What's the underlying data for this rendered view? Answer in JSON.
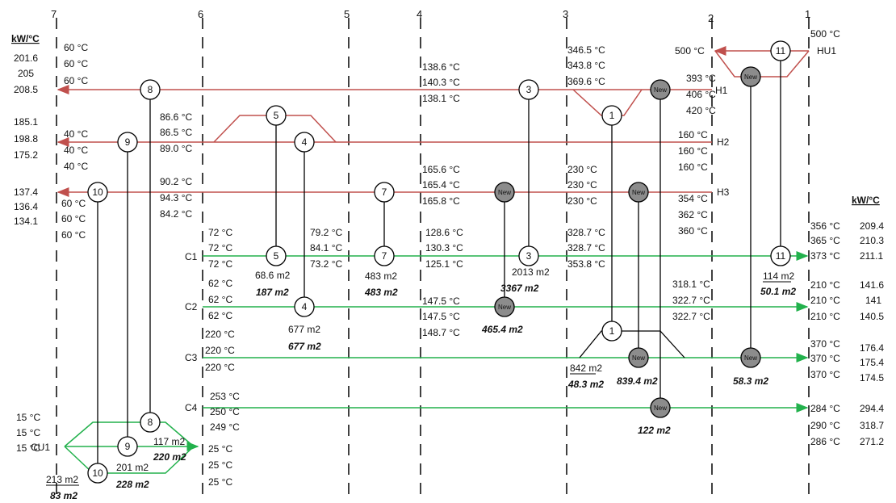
{
  "stage_labels": [
    "7",
    "6",
    "5",
    "4",
    "3",
    "2",
    "1"
  ],
  "units_left": "kW/°C",
  "units_right": "kW/°C",
  "hot_streams": [
    {
      "name": "HU1",
      "start_temp": "500 °C"
    },
    {
      "name": "H1",
      "cp": [
        "201.6",
        "205",
        "208.5"
      ],
      "end_temps": [
        "60 °C",
        "60 °C",
        "60 °C"
      ],
      "start_temps": [
        "393 °C",
        "406 °C",
        "420 °C"
      ]
    },
    {
      "name": "H2",
      "cp": [
        "185.1",
        "198.8",
        "175.2"
      ],
      "end_temps": [
        "40 °C",
        "40 °C",
        "40 °C"
      ],
      "start_temps": [
        "160 °C",
        "160 °C",
        "160 °C"
      ]
    },
    {
      "name": "H3",
      "cp": [
        "137.4",
        "136.4",
        "134.1"
      ],
      "end_temps": [
        "60 °C",
        "60 °C",
        "60 °C"
      ],
      "start_temps": [
        "354 °C",
        "362 °C",
        "360 °C"
      ]
    }
  ],
  "cold_streams": [
    {
      "name": "C1",
      "start_temps": [
        "72 °C",
        "72 °C",
        "72 °C"
      ],
      "end_temps": [
        "356 °C",
        "365 °C",
        "373 °C"
      ],
      "cp": [
        "209.4",
        "210.3",
        "211.1"
      ]
    },
    {
      "name": "C2",
      "start_temps": [
        "62 °C",
        "62 °C",
        "62 °C"
      ],
      "end_temps": [
        "210 °C",
        "210 °C",
        "210 °C"
      ],
      "cp": [
        "141.6",
        "141",
        "140.5"
      ]
    },
    {
      "name": "C3",
      "start_temps": [
        "220 °C",
        "220 °C",
        "220 °C"
      ],
      "end_temps": [
        "370 °C",
        "370 °C",
        "370 °C"
      ],
      "cp": [
        "176.4",
        "175.4",
        "174.5"
      ]
    },
    {
      "name": "C4",
      "start_temps": [
        "253 °C",
        "250 °C",
        "249 °C"
      ],
      "end_temps": [
        "284 °C",
        "290 °C",
        "286 °C"
      ],
      "cp": [
        "294.4",
        "318.7",
        "271.2"
      ]
    },
    {
      "name": "CU1",
      "start_temps": [
        "15 °C",
        "15 °C",
        "15 °C"
      ],
      "end_temps": [
        "25 °C",
        "25 °C",
        "25 °C"
      ]
    }
  ],
  "intermediate_temps": {
    "h1_stage6": [
      "86.6 °C",
      "86.5 °C",
      "89.0 °C"
    ],
    "h3_stage6": [
      "90.2 °C",
      "94.3 °C",
      "84.2 °C"
    ],
    "h1_stage4": [
      "138.6 °C",
      "140.3 °C",
      "138.1 °C"
    ],
    "h3_stage4": [
      "165.6 °C",
      "165.4 °C",
      "165.8 °C"
    ],
    "h1_stage3": [
      "346.5 °C",
      "343.8 °C",
      "369.6 °C"
    ],
    "h3_stage3": [
      "230 °C",
      "230 °C",
      "230 °C"
    ],
    "c1_stage5": [
      "79.2 °C",
      "84.1 °C",
      "73.2 °C"
    ],
    "c1_stage4": [
      "128.6 °C",
      "130.3 °C",
      "125.1 °C"
    ],
    "c1_stage3": [
      "328.7 °C",
      "328.7 °C",
      "353.8 °C"
    ],
    "c2_stage4": [
      "147.5 °C",
      "147.5 °C",
      "148.7 °C"
    ],
    "c2_stage2": [
      "318.1 °C",
      "322.7 °C",
      "322.7 °C"
    ]
  },
  "exchangers": [
    {
      "id": "1",
      "area": "842 m2",
      "new_area": "48.3 m2"
    },
    {
      "id": "3",
      "area": "2013 m2",
      "new_area": "3367 m2"
    },
    {
      "id": "4",
      "area": "677 m2",
      "new_area": "677 m2"
    },
    {
      "id": "5",
      "area": "68.6 m2",
      "new_area": "187 m2"
    },
    {
      "id": "7",
      "area": "483 m2",
      "new_area": "483 m2"
    },
    {
      "id": "8",
      "area": "117 m2",
      "new_area": "220 m2"
    },
    {
      "id": "9",
      "area": "201 m2",
      "new_area": "228 m2"
    },
    {
      "id": "10",
      "area": "213 m2",
      "new_area": "83 m2"
    },
    {
      "id": "11",
      "area": "114 m2",
      "new_area": "50.1 m2"
    }
  ],
  "new_label": "New",
  "new_exchanger_areas": [
    "465.4 m2",
    "839.4 m2",
    "58.3 m2",
    "122 m2"
  ],
  "colors": {
    "hot": "#c0504d",
    "cold": "#22b14c",
    "new_fill": "#8c8c8c",
    "line": "#000000"
  }
}
